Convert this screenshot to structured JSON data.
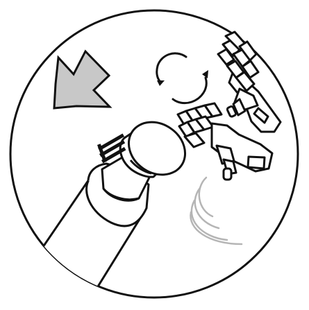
{
  "figure": {
    "kind": "instruction-illustration",
    "colors": {
      "background": "#ffffff",
      "outline": "#111111",
      "arrow_fill": "#c8c8c8",
      "vibration_lines": "#b5b5b5"
    },
    "parts": [
      {
        "name": "circle-frame",
        "icon": "circle-outline"
      },
      {
        "name": "direction-arrow",
        "icon": "arrow-down-left"
      },
      {
        "name": "rotate-indicator",
        "icon": "rotate-clockwise-icon"
      },
      {
        "name": "hand-upper",
        "icon": "hand-icon"
      },
      {
        "name": "hand-lower",
        "icon": "hand-icon"
      },
      {
        "name": "device-cap",
        "icon": "cap-icon"
      },
      {
        "name": "vibration-lines",
        "icon": "vibration-icon"
      }
    ]
  }
}
